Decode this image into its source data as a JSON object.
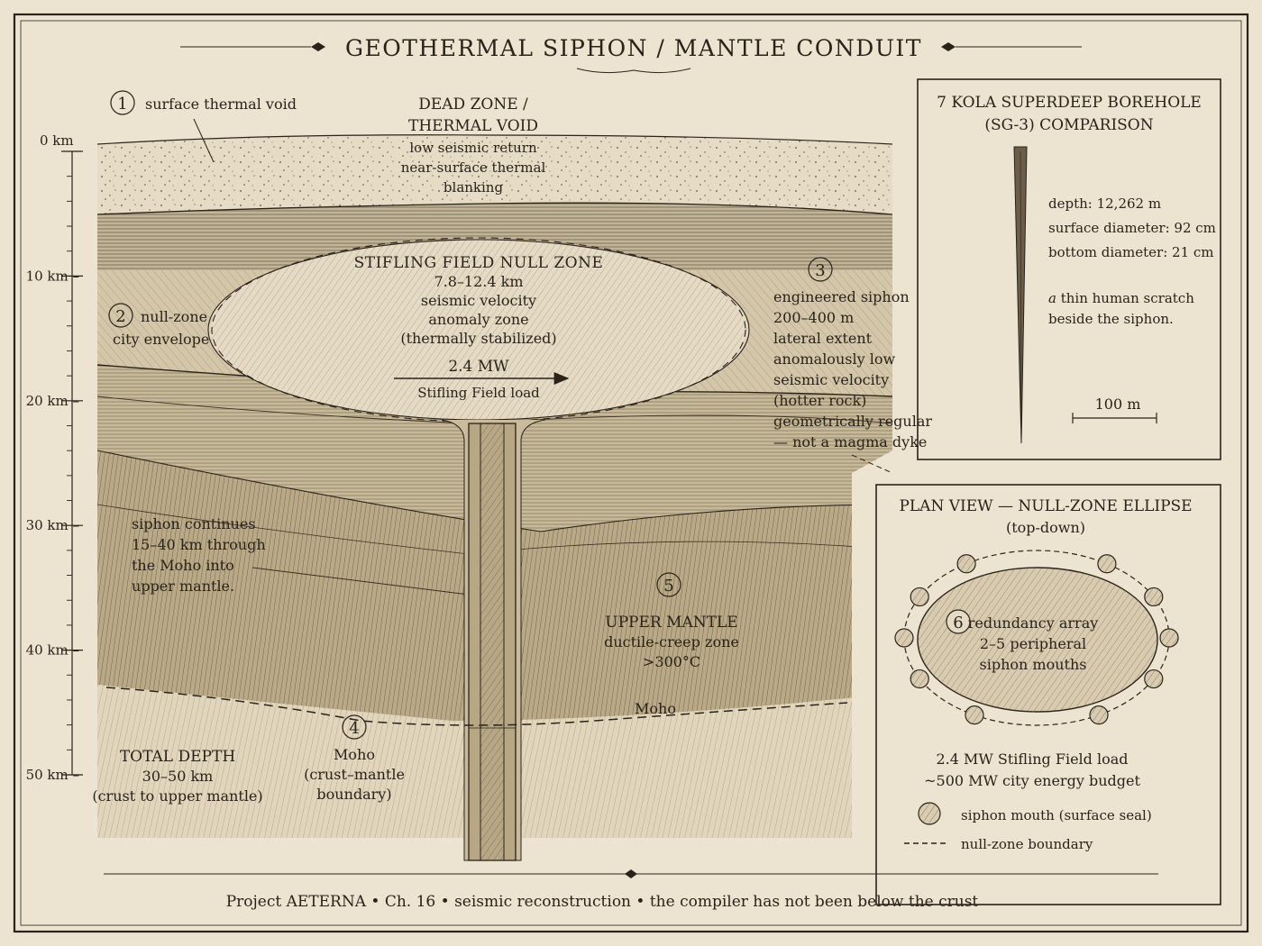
{
  "title": "GEOTHERMAL SIPHON / MANTLE CONDUIT",
  "depth_scale": {
    "unit": "km",
    "ticks": [
      {
        "value": 0,
        "label": "0 km"
      },
      {
        "value": 10,
        "label": "10 km –"
      },
      {
        "value": 20,
        "label": "20 km –"
      },
      {
        "value": 30,
        "label": "30 km –"
      },
      {
        "value": 40,
        "label": "40 km –"
      },
      {
        "value": 50,
        "label": "50 km –"
      }
    ]
  },
  "callouts": {
    "c1": {
      "num": "1",
      "text": "surface thermal void"
    },
    "c2": {
      "num": "2",
      "lines": [
        "null-zone",
        "city envelope"
      ]
    },
    "c3": {
      "num": "3",
      "lines": [
        "engineered siphon",
        "200–400 m",
        "lateral extent",
        "anomalously low",
        "seismic velocity",
        "(hotter rock)",
        "geometrically regular",
        "— not a magma dyke"
      ]
    },
    "c4": {
      "num": "4",
      "lines": [
        "Moho",
        "(crust–mantle",
        "boundary)"
      ]
    },
    "c5": {
      "num": "5",
      "lines": [
        "UPPER MANTLE",
        "ductile-creep zone",
        ">300°C"
      ]
    },
    "c6": {
      "num": "6",
      "lines": [
        "redundancy array",
        "2–5 peripheral",
        "siphon mouths"
      ]
    }
  },
  "dead_zone": {
    "lines": [
      "DEAD ZONE /",
      "THERMAL VOID",
      "low seismic return",
      "near-surface thermal",
      "blanking"
    ]
  },
  "null_zone": {
    "lines": [
      "STIFLING FIELD NULL ZONE",
      "7.8–12.4 km",
      "seismic velocity",
      "anomaly zone",
      "(thermally stabilized)"
    ]
  },
  "load": {
    "value": "2.4 MW",
    "label": "Stifling Field load"
  },
  "siphon_note": {
    "lines": [
      "siphon continues",
      "15–40 km through",
      "the Moho into",
      "upper mantle."
    ]
  },
  "total_depth": {
    "lines": [
      "TOTAL DEPTH",
      "30–50 km",
      "(crust to upper mantle)"
    ]
  },
  "moho_label": "Moho",
  "kola": {
    "title_lines": [
      "7 KOLA SUPERDEEP BOREHOLE",
      "(SG-3) COMPARISON"
    ],
    "specs": [
      "depth: 12,262 m",
      "surface diameter: 92 cm",
      "bottom diameter: 21 cm"
    ],
    "note_emph": "a",
    "note_rest": " thin human scratch",
    "note_line2": "beside the siphon.",
    "scale_label": "100 m"
  },
  "plan": {
    "title": "PLAN VIEW — NULL-ZONE ELLIPSE",
    "subtitle": "(top-down)",
    "budget_lines": [
      "2.4 MW Stifling Field load",
      "~500 MW city energy budget"
    ],
    "legend": [
      {
        "symbol": "hatched-circle",
        "label": "siphon mouth (surface seal)"
      },
      {
        "symbol": "dashed-line",
        "label": "null-zone boundary"
      }
    ]
  },
  "footer": "Project AETERNA • Ch. 16 • seismic reconstruction • the compiler has not been below the crust",
  "colors": {
    "paper": "#ece3d0",
    "ink": "#2a231a",
    "mid": "#5a4e3d",
    "light": "#8a7b64"
  }
}
